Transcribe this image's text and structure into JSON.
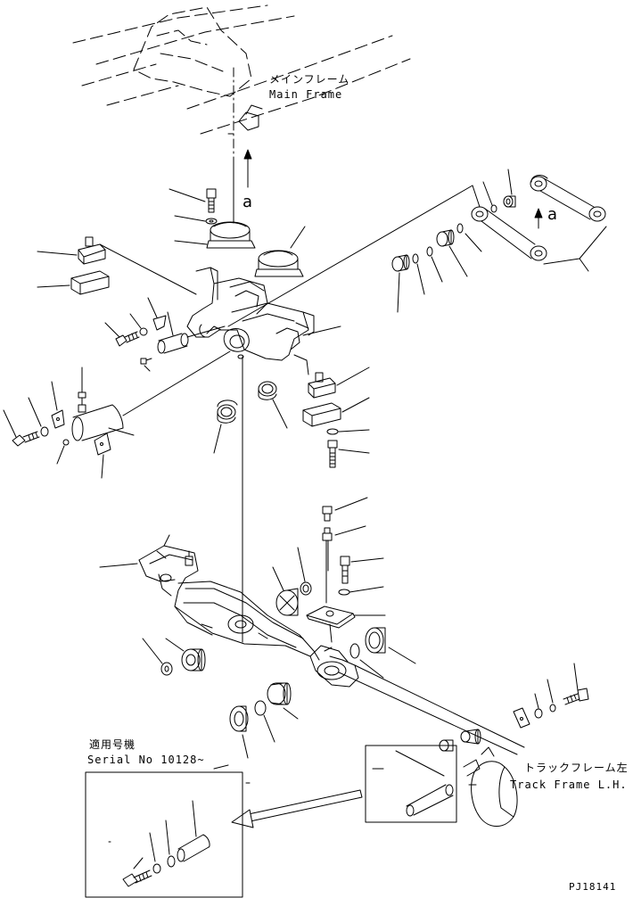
{
  "labels": {
    "main_frame_jp": "メインフレーム",
    "main_frame_en": "Main Frame",
    "track_frame_jp": "トラックフレーム左",
    "track_frame_en": "Track Frame L.H.",
    "serial_jp": "適用号機",
    "serial_en": "Serial No 10128~",
    "ref_a_left": "a",
    "ref_a_right": "a",
    "drawing_number": "PJ18141"
  }
}
